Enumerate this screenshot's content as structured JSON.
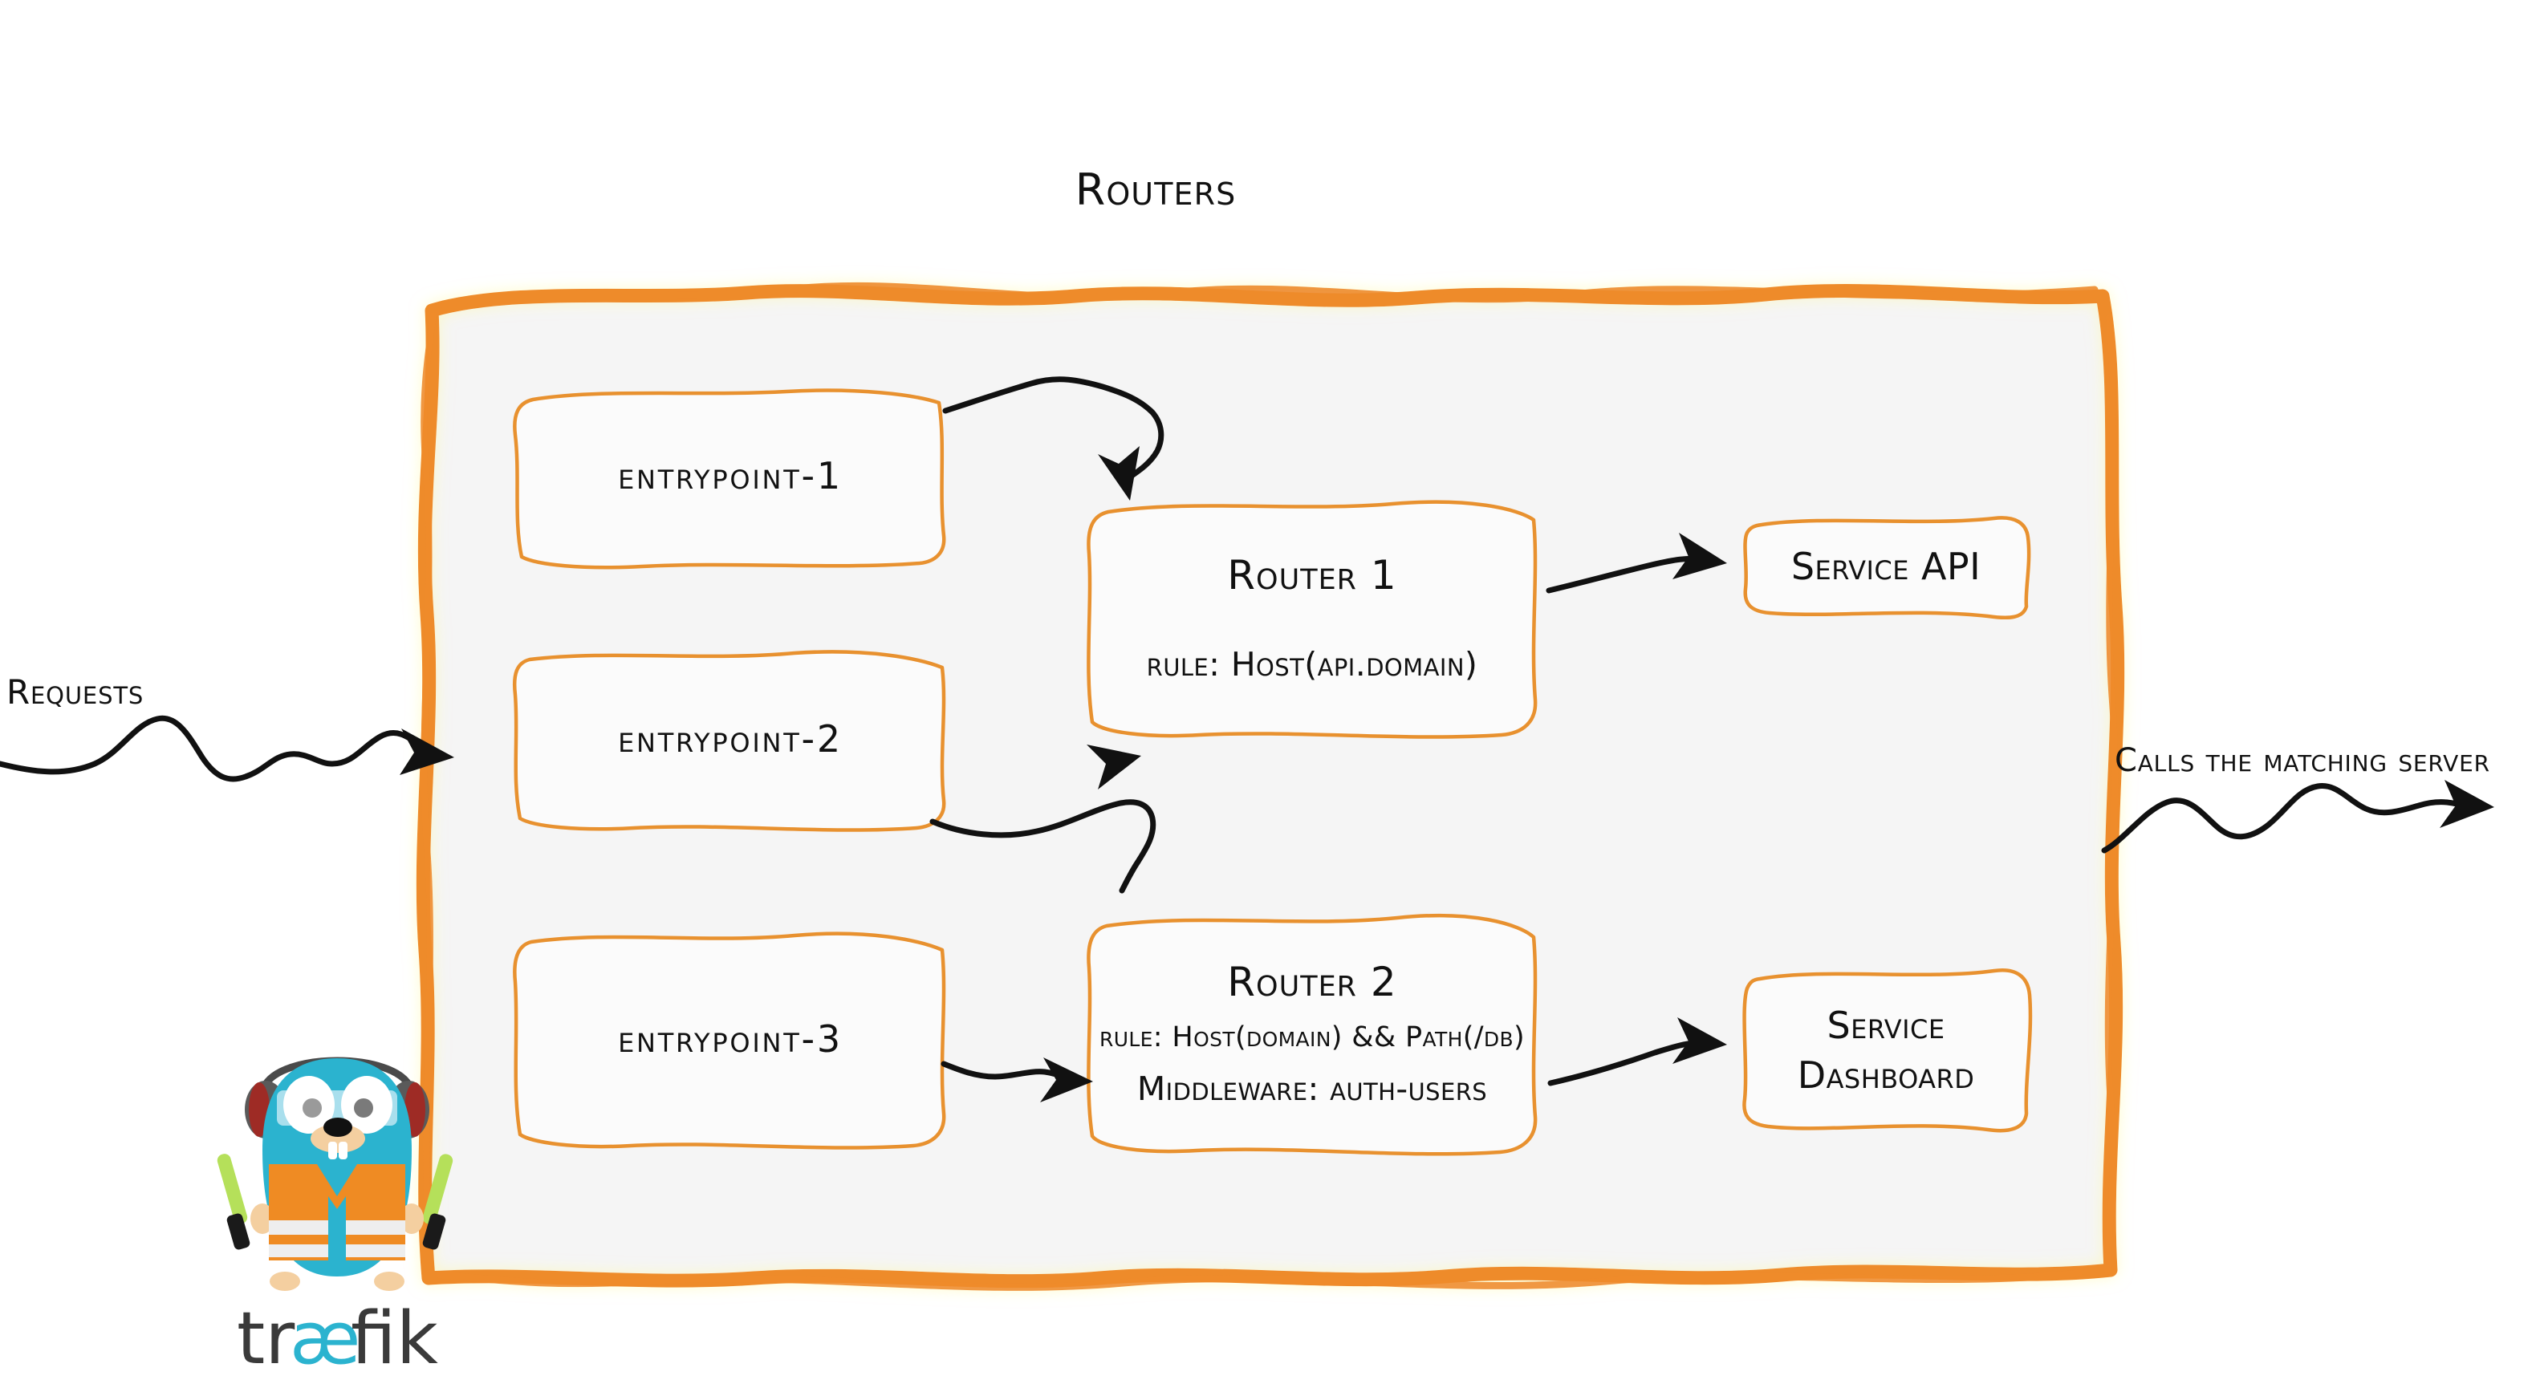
{
  "diagram": {
    "title": "Routers",
    "container_label": "Routers"
  },
  "colors": {
    "brand_orange": "#ee8b2b",
    "box_border_orange": "#e8912f",
    "panel_fill": "#f5f5f5",
    "box_fill": "#fbfbfb",
    "ink": "#111111",
    "gopher_body": "#2bb3cf",
    "gopher_vest": "#ef8b23",
    "gopher_wand": "#b5e05a",
    "logo_text": "#3a3a3a",
    "logo_ae": "#2bb3cf"
  },
  "entrypoints": [
    {
      "label": "entrypoint-1"
    },
    {
      "label": "entrypoint-2"
    },
    {
      "label": "entrypoint-3"
    }
  ],
  "routers": [
    {
      "title": "Router 1",
      "lines": [
        {
          "text": "rule: Host(api.domain)",
          "size": "normal"
        }
      ]
    },
    {
      "title": "Router 2",
      "lines": [
        {
          "text": "rule: Host(domain) && Path(/db)",
          "size": "small"
        },
        {
          "text": "Middleware: auth-users",
          "size": "normal"
        }
      ]
    }
  ],
  "services": [
    {
      "lines": [
        "Service API"
      ]
    },
    {
      "lines": [
        "Service",
        "Dashboard"
      ]
    }
  ],
  "side_labels": {
    "incoming": "Requests",
    "outgoing": "Calls the matching server"
  },
  "logo": {
    "wordmark_prefix": "tr",
    "wordmark_ligature": "æ",
    "wordmark_suffix": "fik",
    "mascot": "traefik-gopher"
  }
}
